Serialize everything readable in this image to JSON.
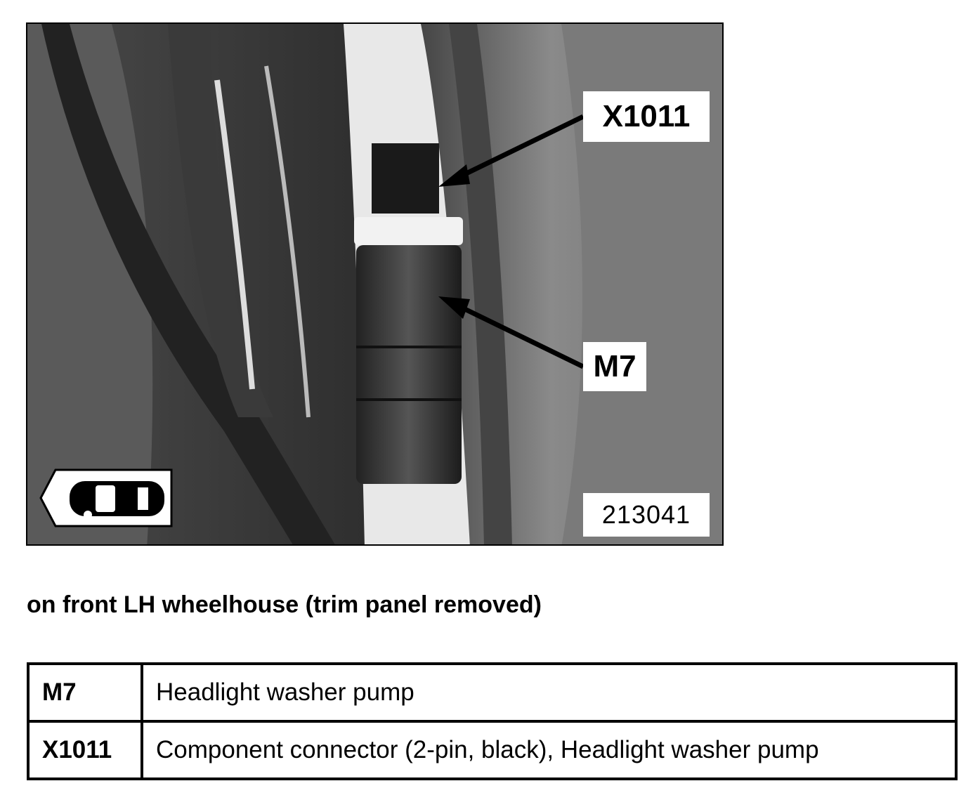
{
  "figure": {
    "callouts": {
      "connector": "X1011",
      "pump": "M7"
    },
    "figure_number": "213041",
    "view_icon": "car-front-left-view-icon"
  },
  "caption": "on front LH wheelhouse (trim panel removed)",
  "legend": [
    {
      "code": "M7",
      "description": "Headlight washer pump"
    },
    {
      "code": "X1011",
      "description": "Component connector (2-pin, black), Headlight washer pump"
    }
  ]
}
